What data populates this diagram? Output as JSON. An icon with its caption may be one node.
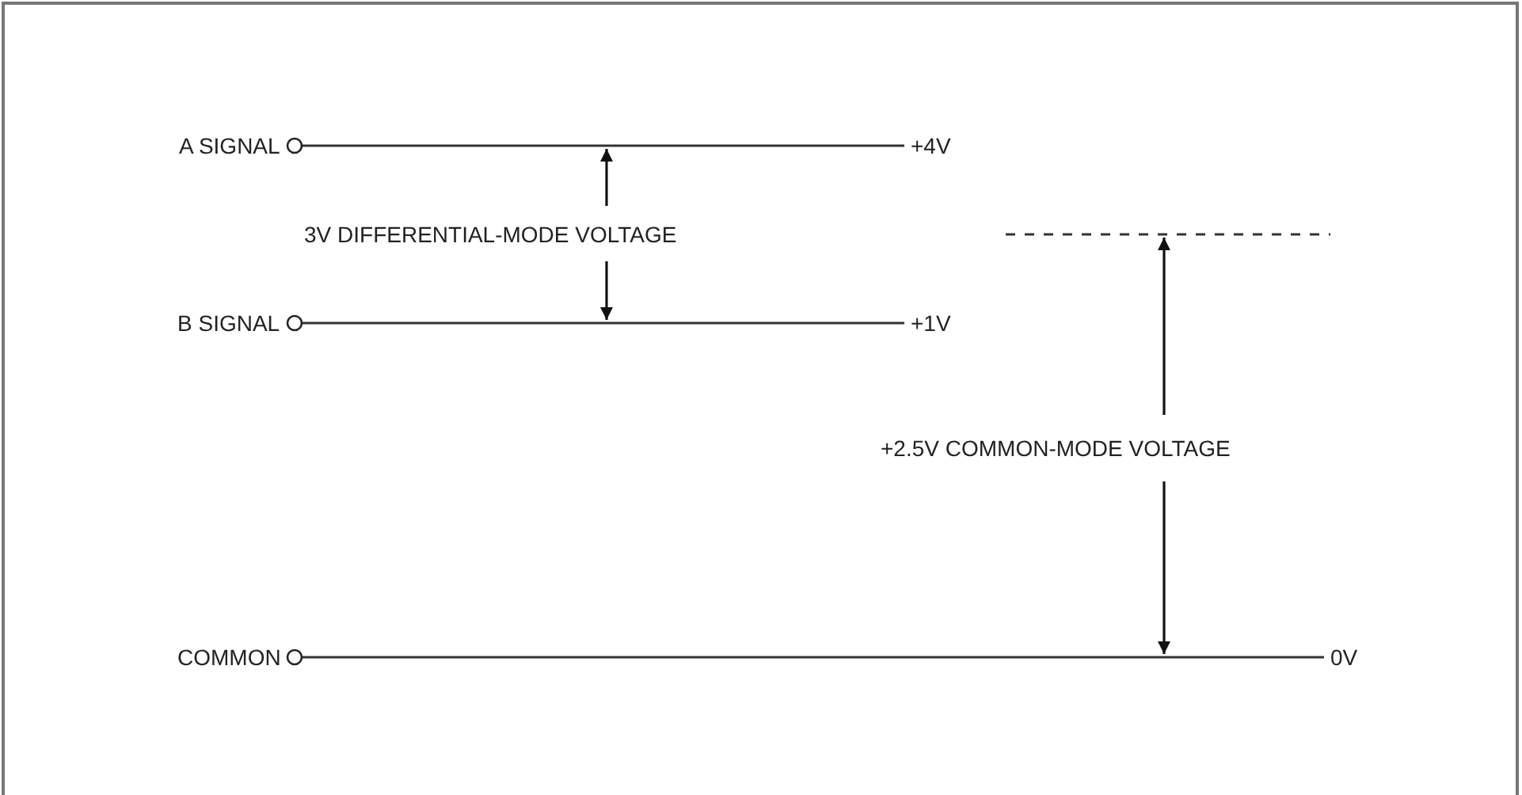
{
  "diagram": {
    "nodes": [
      {
        "text": [
          "A SIGNAL"
        ]
      },
      {
        "text": [
          "+4V"
        ]
      },
      {
        "text": [
          "B SIGNAL"
        ]
      },
      {
        "text": [
          "+1V"
        ]
      },
      {
        "text": [
          "COMMON"
        ]
      },
      {
        "text": [
          "0V"
        ]
      }
    ],
    "edges": [
      {
        "from": 0,
        "to": 1,
        "arrow": "none"
      },
      {
        "from": 2,
        "to": 3,
        "arrow": "none"
      },
      {
        "from": 4,
        "to": 5,
        "arrow": "none"
      }
    ],
    "labels": [
      "3V DIFFERENTIAL-MODE VOLTAGE",
      "+2.5V COMMON-MODE VOLTAGE"
    ]
  }
}
